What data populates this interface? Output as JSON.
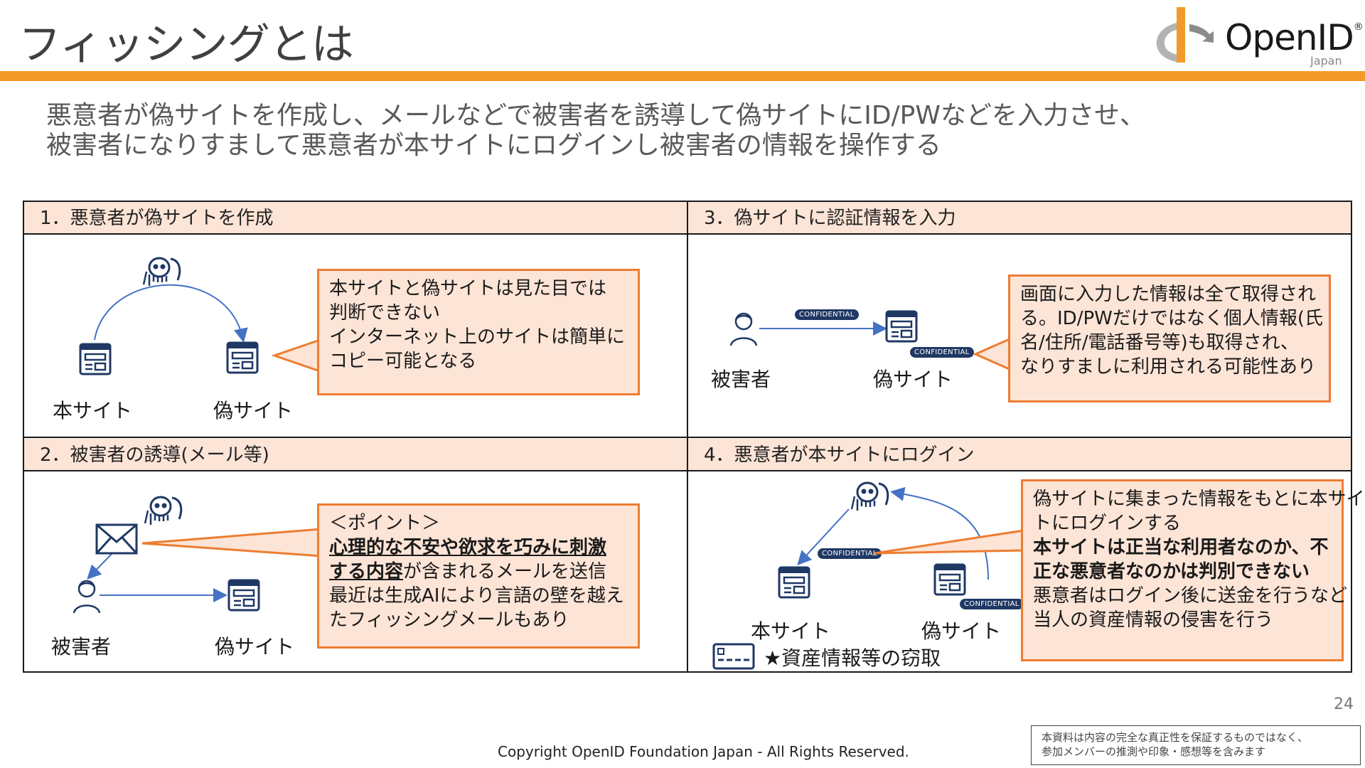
{
  "title": "フィッシングとは",
  "logo": {
    "brand": "OpenID",
    "mark": "®",
    "region": "Japan"
  },
  "subtitle": {
    "line1": "悪意者が偽サイトを作成し、メールなどで被害者を誘導して偽サイトにID/PWなどを入力させ、",
    "line2": "被害者になりすまして悪意者が本サイトにログインし被害者の情報を操作する"
  },
  "steps": {
    "step1": {
      "heading": "1．悪意者が偽サイトを作成",
      "label_real": "本サイト",
      "label_fake": "偽サイト",
      "callout": [
        "本サイトと偽サイトは見た目では",
        "判断できない",
        "インターネット上のサイトは簡単に",
        "コピー可能となる"
      ]
    },
    "step2": {
      "heading": "2．被害者の誘導(メール等)",
      "label_victim": "被害者",
      "label_fake": "偽サイト",
      "callout_point": "＜ポイント＞",
      "callout_bold1": "心理的な不安や欲求を巧みに刺激",
      "callout_bold2": "する内容",
      "callout_rest2": "が含まれるメールを送信",
      "callout_line4": "最近は生成AIにより言語の壁を越え",
      "callout_line5": "たフィッシングメールもあり"
    },
    "step3": {
      "heading": "3．偽サイトに認証情報を入力",
      "label_victim": "被害者",
      "label_fake": "偽サイト",
      "badge1": "CONFIDENTIAL",
      "badge2": "CONFIDENTIAL",
      "callout": [
        "画面に入力した情報は全て取得され",
        "る。ID/PWだけではなく個人情報(氏",
        "名/住所/電話番号等)も取得され、",
        "なりすましに利用される可能性あり"
      ]
    },
    "step4": {
      "heading": "4．悪意者が本サイトにログイン",
      "label_real": "本サイト",
      "label_fake": "偽サイト",
      "badge1": "CONFIDENTIAL",
      "badge2": "CONFIDENTIAL",
      "theft_label": "★資産情報等の窃取",
      "callout_line1": "偽サイトに集まった情報をもとに本サイ",
      "callout_line2": "トにログインする",
      "callout_bold1": "本サイトは正当な利用者なのか、不",
      "callout_bold2": "正な悪意者なのかは判別できない",
      "callout_line5": "悪意者はログイン後に送金を行うなど",
      "callout_line6": "当人の資産情報の侵害を行う"
    }
  },
  "page_number": "24",
  "copyright": "Copyright OpenID Foundation Japan - All Rights Reserved.",
  "disclaimer": [
    "本資料は内容の完全な真正性を保証するものではなく、",
    "参加メンバーの推測や印象・感想等を含みます"
  ],
  "colors": {
    "accent": "#f39a2b",
    "callout_border": "#ed7d31",
    "callout_fill": "#fce4d6",
    "arrow": "#4472c4",
    "icon": "#1f3864"
  }
}
